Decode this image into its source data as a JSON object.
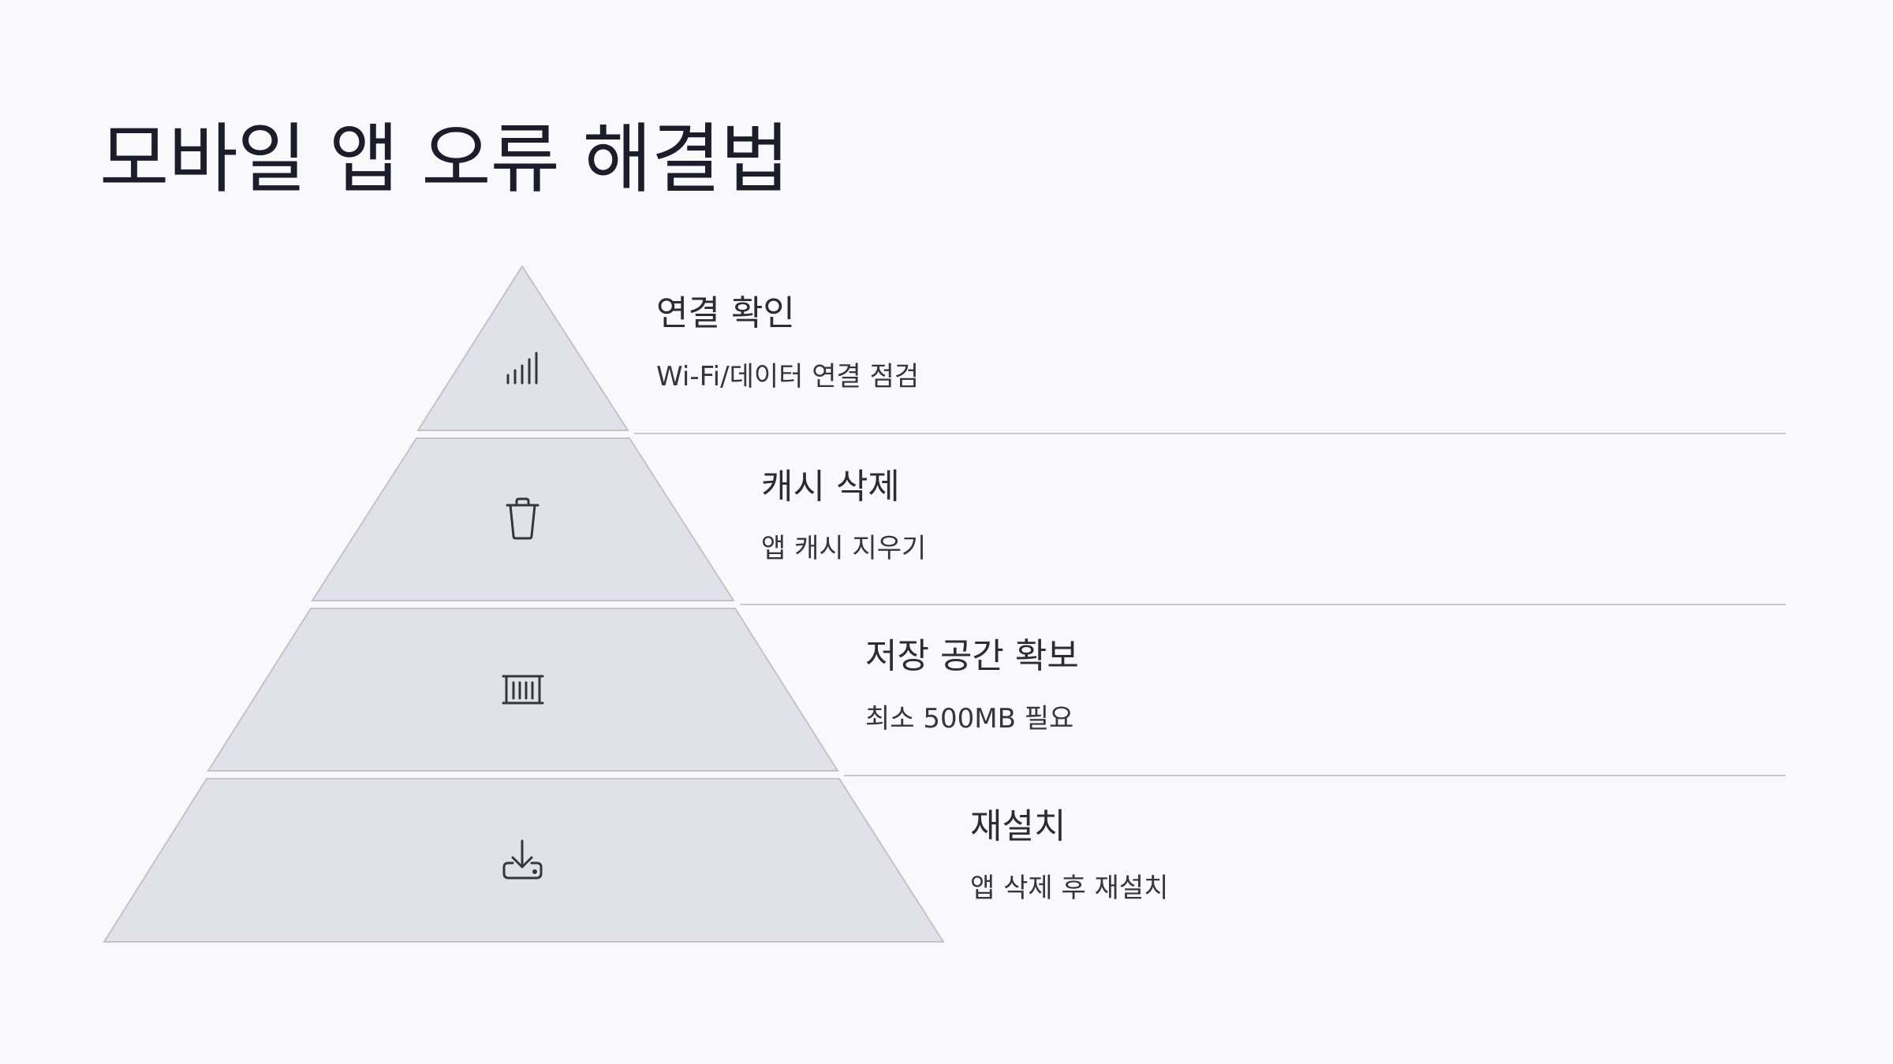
{
  "title": "모바일 앱 오류 해결법",
  "layers": [
    {
      "title": "연결 확인",
      "description": "Wi-Fi/데이터 연결 점검",
      "icon": "signal-bars-icon"
    },
    {
      "title": "캐시 삭제",
      "description": "앱 캐시 지우기",
      "icon": "trash-icon"
    },
    {
      "title": "저장 공간 확보",
      "description": "최소 500MB 필요",
      "icon": "storage-icon"
    },
    {
      "title": "재설치",
      "description": "앱 삭제 후 재설치",
      "icon": "download-icon"
    }
  ],
  "colors": {
    "layer_fill": "#e1e2e9",
    "layer_stroke": "#c2c3cb",
    "text": "#1c1d2b"
  }
}
